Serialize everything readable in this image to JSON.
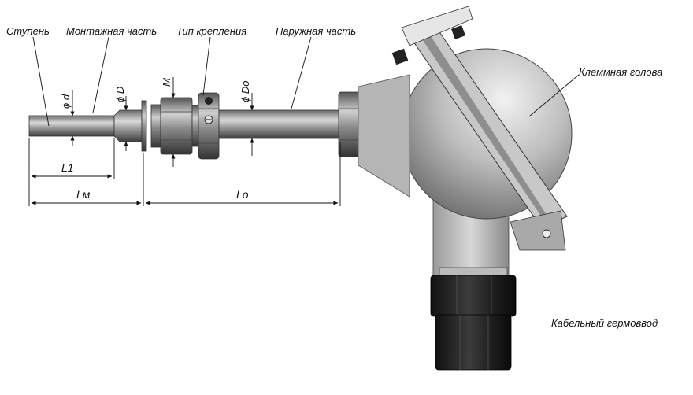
{
  "labels": {
    "step": "Ступень",
    "mounting_part": "Монтажная часть",
    "mount_type": "Тип крепления",
    "outer_part": "Наружная часть",
    "terminal_head": "Клеммная голова",
    "cable_gland": "Кабельный гермоввод"
  },
  "dimensions": {
    "d": "ϕ d",
    "D": "ϕ D",
    "M": "M",
    "Do": "ϕ Do",
    "L1": "L1",
    "Lm": "Lм",
    "Lo": "Lo"
  }
}
